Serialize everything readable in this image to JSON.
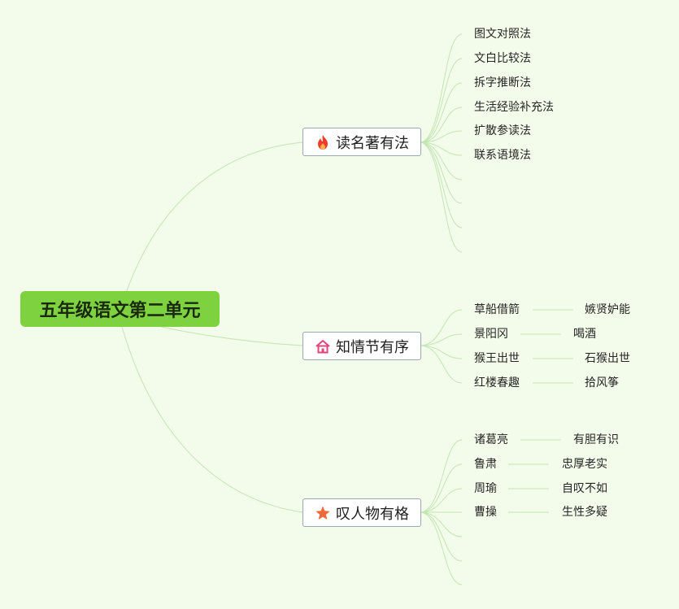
{
  "root": {
    "label": "五年级语文第二单元"
  },
  "branches": [
    {
      "label": "读名著有法",
      "icon": "fire-icon",
      "items": [
        "图文对照法",
        "文白比较法",
        "拆字推断法",
        "生活经验补充法",
        "扩散参读法",
        "联系语境法"
      ]
    },
    {
      "label": "知情节有序",
      "icon": "house-icon",
      "items": [
        {
          "title": "草船借箭",
          "detail": "嫉贤妒能"
        },
        {
          "title": "景阳冈",
          "detail": "喝酒"
        },
        {
          "title": "猴王出世",
          "detail": "石猴出世"
        },
        {
          "title": "红楼春趣",
          "detail": "拾风筝"
        }
      ]
    },
    {
      "label": "叹人物有格",
      "icon": "star-icon",
      "items": [
        {
          "title": "诸葛亮",
          "detail": "有胆有识"
        },
        {
          "title": "鲁肃",
          "detail": "忠厚老实"
        },
        {
          "title": "周瑜",
          "detail": "自叹不如"
        },
        {
          "title": "曹操",
          "detail": "生性多疑"
        }
      ]
    }
  ],
  "colors": {
    "background": "#f3fbea",
    "root_fill": "#7ed13f",
    "connector": "#c3e6b3",
    "branch_border": "#9aa8b4",
    "fire": "#ef3b2a",
    "house": "#e0457b",
    "star": "#ee6a3a"
  }
}
